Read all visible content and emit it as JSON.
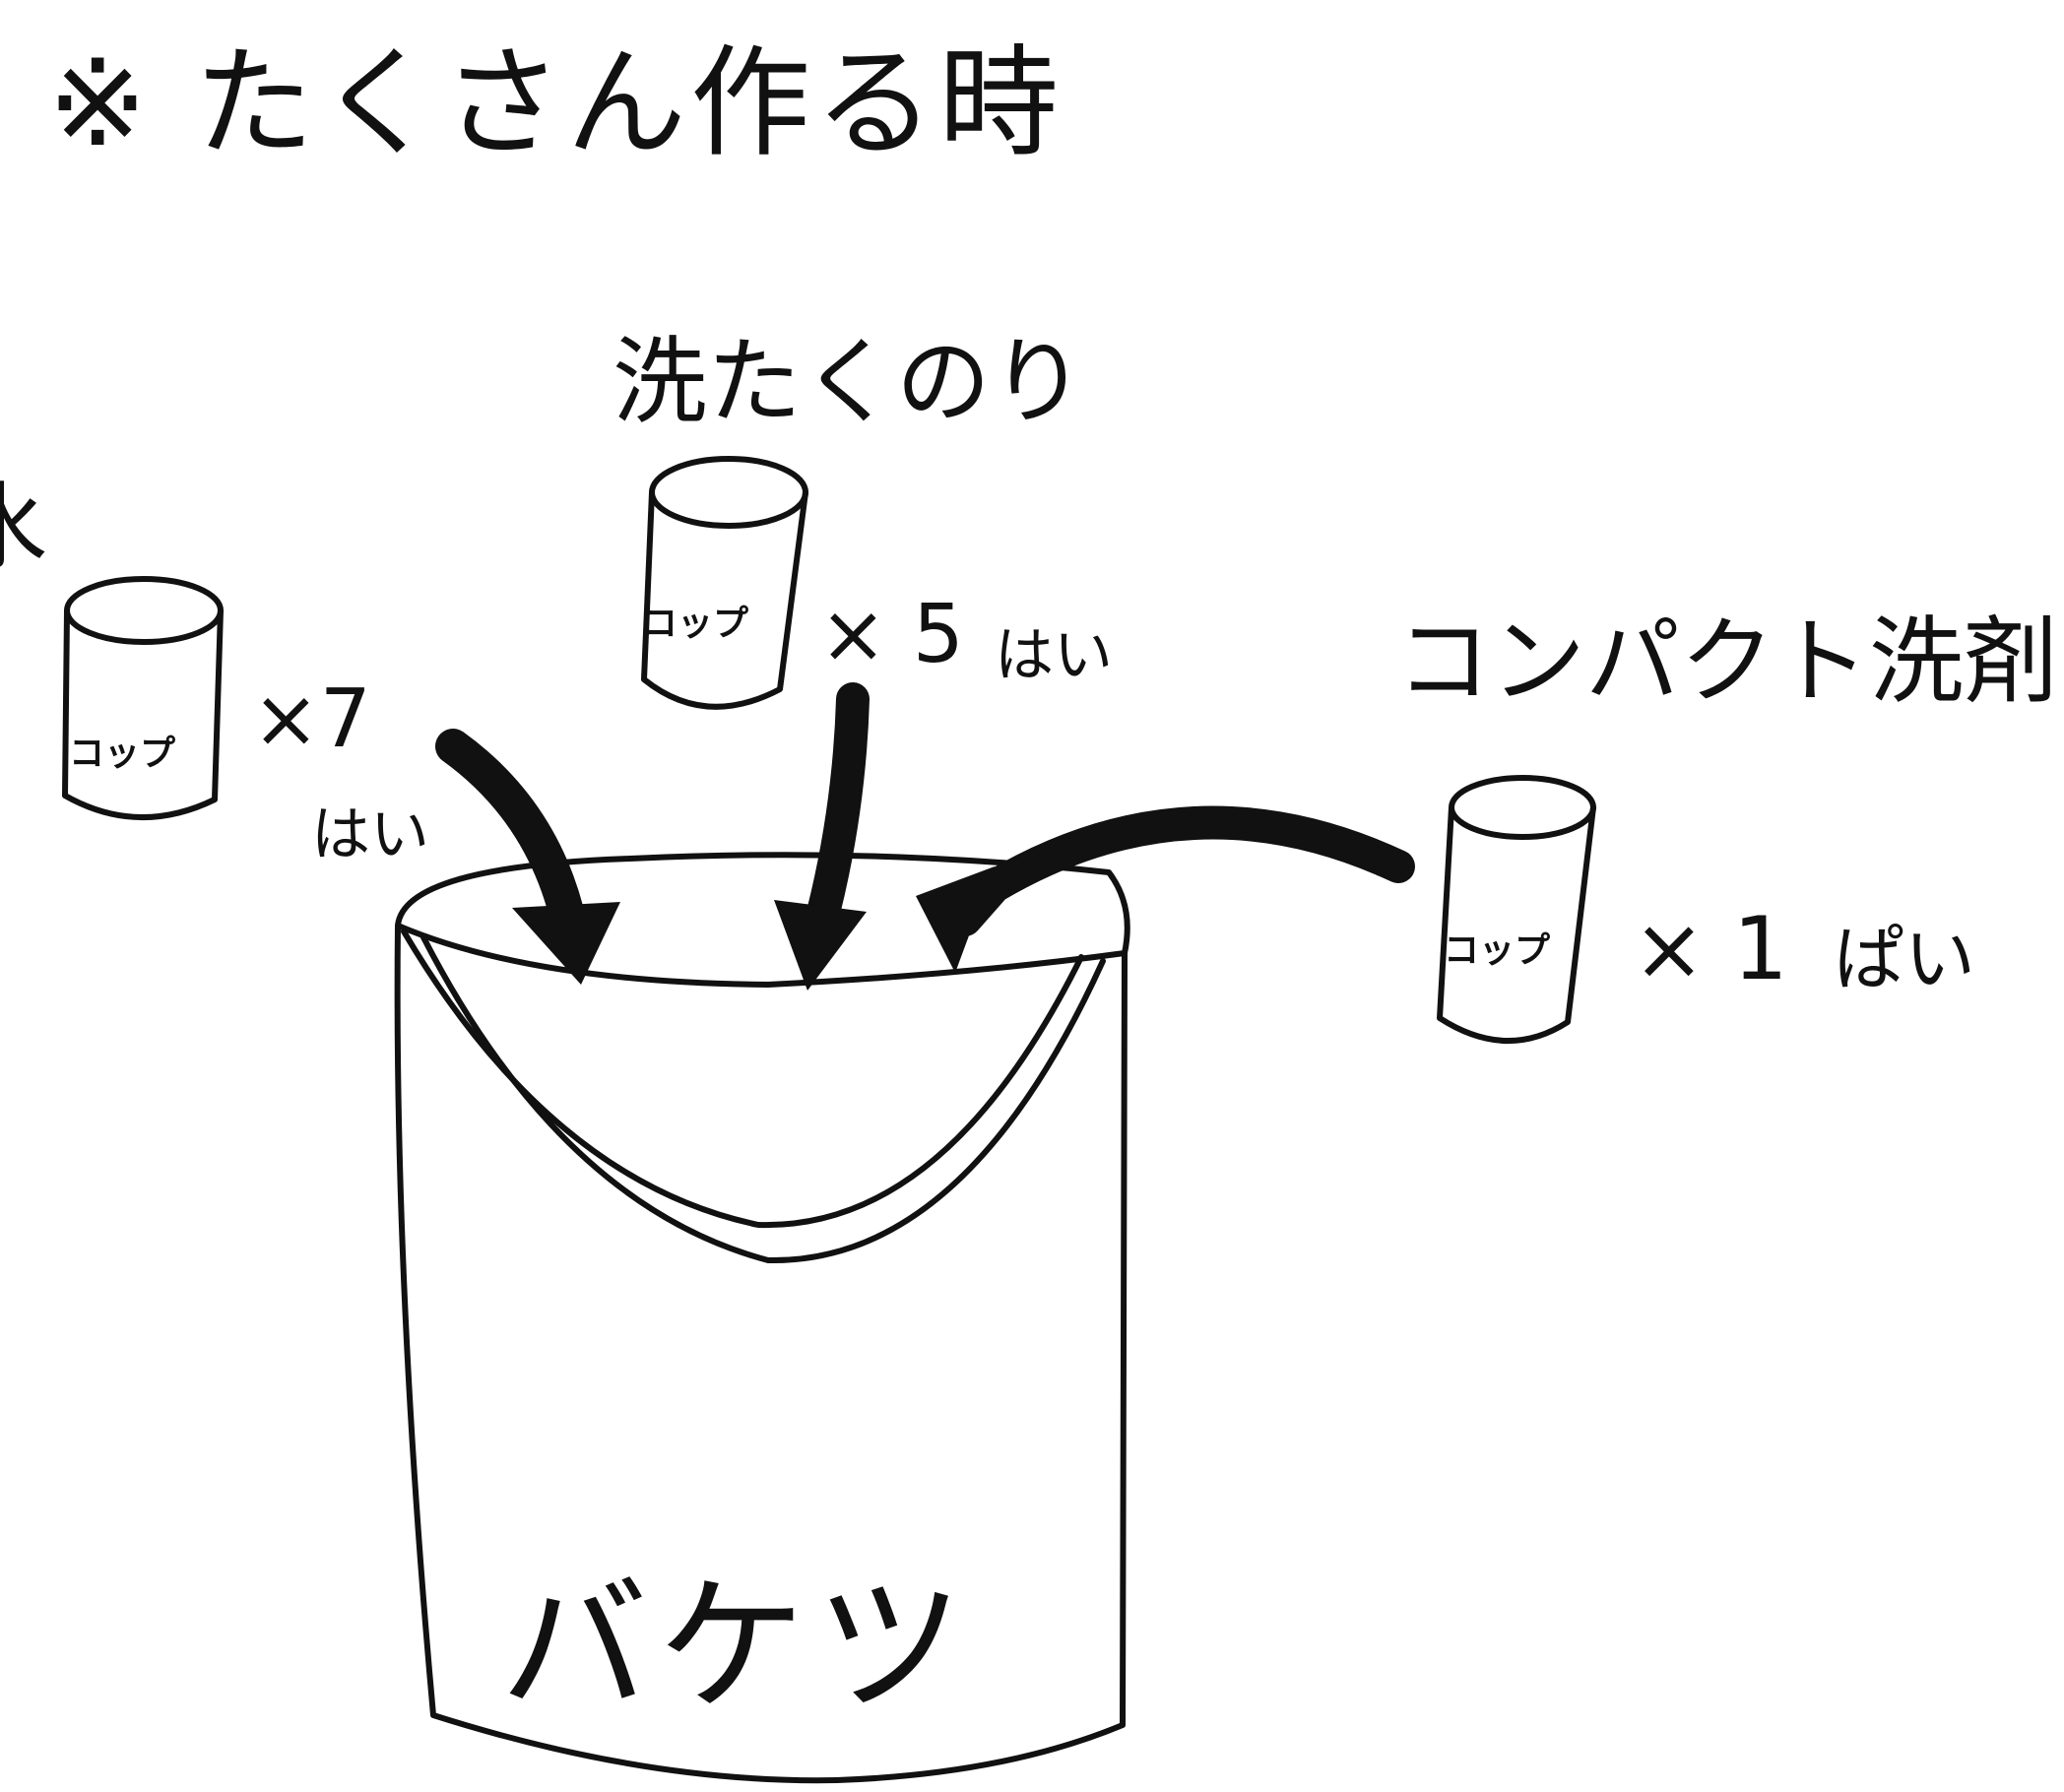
{
  "title": "※ たくさん作る時",
  "ingredients": {
    "water": {
      "label": "水",
      "cup_label": "コップ",
      "multiplier": "×7",
      "unit": "はい"
    },
    "starch": {
      "label": "洗たくのり",
      "cup_label": "コップ",
      "multiplier": "× 5",
      "unit": "はい"
    },
    "detergent": {
      "label": "コンパクト洗剤",
      "cup_label": "コップ",
      "multiplier": "× 1",
      "unit": "ぱい"
    }
  },
  "bucket": {
    "label": "バケツ"
  }
}
